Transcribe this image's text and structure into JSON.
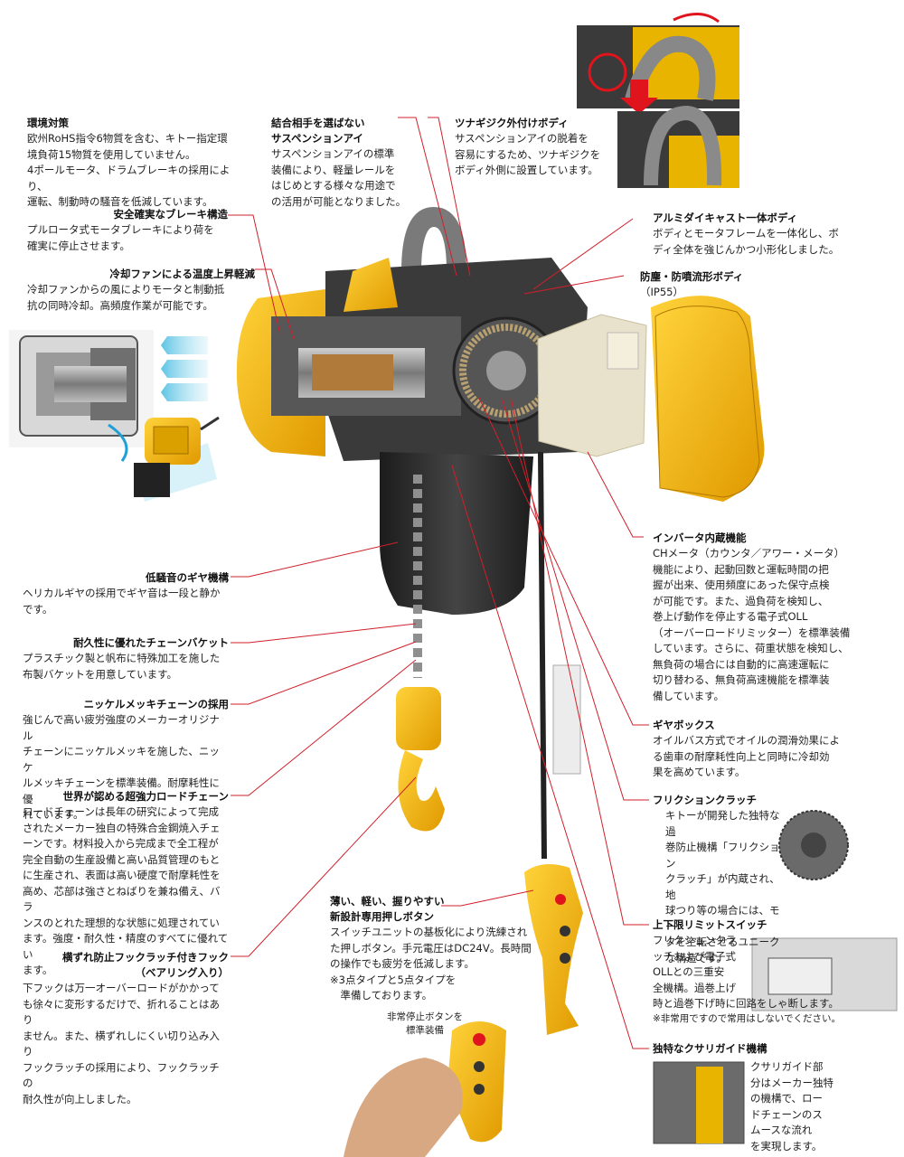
{
  "sections": {
    "env": {
      "title": "環境対策",
      "lines": [
        "欧州RoHS指令6物質を含む、キトー指定環",
        "境負荷15物質を使用していません。",
        "4ポールモータ、ドラムブレーキの採用により、",
        "運転、制動時の騒音を低減しています。"
      ]
    },
    "brake": {
      "title": "安全確実なブレーキ構造",
      "lines": [
        "プルロータ式モータブレーキにより荷を",
        "確実に停止させます。"
      ]
    },
    "cooling": {
      "title": "冷却ファンによる温度上昇軽減",
      "lines": [
        "冷却ファンからの風によりモータと制動抵",
        "抗の同時冷却。高頻度作業が可能です。"
      ]
    },
    "coupling": {
      "title1": "結合相手を選ばない",
      "title2": "サスペンションアイ",
      "lines": [
        "サスペンションアイの標準",
        "装備により、軽量レールを",
        "はじめとする様々な用途で",
        "の活用が可能となりました。"
      ]
    },
    "pin": {
      "title": "ツナギジク外付けボディ",
      "lines": [
        "サスペンションアイの脱着を",
        "容易にするため、ツナギジクを",
        "ボディ外側に設置しています。"
      ]
    },
    "alu": {
      "title": "アルミダイキャスト一体ボディ",
      "lines": [
        "ボディとモータフレームを一体化し、ボ",
        "ディ全体を強じんかつ小形化しました。"
      ]
    },
    "dust": {
      "title": "防塵・防噴流形ボディ",
      "lines": [
        "（IP55）"
      ]
    },
    "inverter": {
      "title": "インバータ内蔵機能",
      "lines": [
        "CHメータ（カウンタ／アワー・メータ）",
        "機能により、起動回数と運転時間の把",
        "握が出来、使用頻度にあった保守点検",
        "が可能です。また、過負荷を検知し、",
        "巻上げ動作を停止する電子式OLL",
        "（オーバーロードリミッター）を標準装備",
        "しています。さらに、荷重状態を検知し、",
        "無負荷の場合には自動的に高速運転に",
        "切り替わる、無負荷高速機能を標準装",
        "備しています。"
      ]
    },
    "gearbox": {
      "title": "ギヤボックス",
      "lines": [
        "オイルバス方式でオイルの潤滑効果によ",
        "る歯車の耐摩耗性向上と同時に冷却効",
        "果を高めています。"
      ]
    },
    "clutch": {
      "title": "フリクションクラッチ",
      "lines": [
        "キトーが開発した独特な過",
        "巻防止機構「フリクション",
        "クラッチ」が内蔵され、地",
        "球つり等の場合には、モー",
        "タを空転させるユニーク",
        "な構造です。"
      ]
    },
    "limit": {
      "title": "上下限リミットスイッチ",
      "lines": [
        "フリクションクラ",
        "ッチおよび電子式",
        "OLLとの三重安",
        "全機構。過巻上げ",
        "時と過巻下げ時に回路をしゃ断します。"
      ],
      "note": "※非常用ですので常用はしないでください。"
    },
    "guide": {
      "title": "独特なクサリガイド機構",
      "lines": [
        "クサリガイド部",
        "分はメーカー独特",
        "の機構で、ロー",
        "ドチェーンのス",
        "ムースな流れ",
        "を実現します。"
      ]
    },
    "gear": {
      "title": "低騒音のギヤ機構",
      "lines": [
        "ヘリカルギヤの採用でギヤ音は一段と静か",
        "です。"
      ]
    },
    "bucket": {
      "title": "耐久性に優れたチェーンバケット",
      "lines": [
        "プラスチック製と帆布に特殊加工を施した",
        "布製バケットを用意しています。"
      ]
    },
    "nickel": {
      "title": "ニッケルメッキチェーンの採用",
      "lines": [
        "強じんで高い疲労強度のメーカーオリジナル",
        "チェーンにニッケルメッキを施した、ニッケ",
        "ルメッキチェーンを標準装備。耐摩耗性に優",
        "れています。"
      ]
    },
    "loadchain": {
      "title": "世界が認める超強力ロードチェーン",
      "lines": [
        "ロードチェーンは長年の研究によって完成",
        "されたメーカー独自の特殊合金鋼焼入チェ",
        "ーンです。材料投入から完成まで全工程が",
        "完全自動の生産設備と高い品質管理のもと",
        "に生産され、表面は高い硬度で耐摩耗性を",
        "高め、芯部は強さとねばりを兼ね備え、バラ",
        "ンスのとれた理想的な状態に処理されてい",
        "ます。強度・耐久性・精度のすべてに優れてい",
        "ます。"
      ]
    },
    "hook": {
      "title1": "横ずれ防止フックラッチ付きフック",
      "title2": "（ベアリング入り）",
      "lines": [
        "下フックは万一オーバーロードがかかって",
        "も徐々に変形するだけで、折れることはあり",
        "ません。また、横ずれしにくい切り込み入り",
        "フックラッチの採用により、フックラッチの",
        "耐久性が向上しました。"
      ]
    },
    "button": {
      "title1": "薄い、軽い、握りやすい",
      "title2": "新設計専用押しボタン",
      "lines": [
        "スイッチユニットの基板化により洗練され",
        "た押しボタン。手元電圧はDC24V。長時間",
        "の操作でも疲労を低減します。",
        "※3点タイプと5点タイプを",
        "　準備しております。"
      ]
    },
    "estop": {
      "lines": [
        "非常停止ボタンを",
        "標準装備"
      ]
    }
  },
  "colors": {
    "leader": "#d0202a",
    "body_yellow": "#f2b400",
    "body_dark": "#2b2b2b",
    "arrow_red": "#e0141c",
    "air_blue": "#7fd0ea"
  }
}
